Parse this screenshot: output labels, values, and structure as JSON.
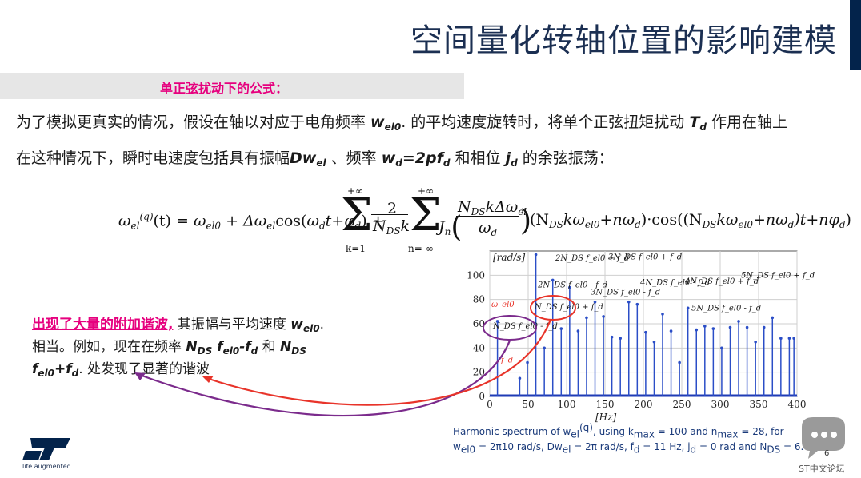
{
  "header": {
    "title": "空间量化转轴位置的影响建模"
  },
  "banner": {
    "label": "单正弦扰动下的公式："
  },
  "body": {
    "line1": {
      "a": "为了模拟更真实的情况，假设在轴以对应于电角频率 ",
      "w": "w",
      "w_sub": "el0",
      "b": ". 的平均速度旋转时，将单个正弦扭矩扰动 ",
      "t": "T",
      "t_sub": "d",
      "c": " 作用在轴上"
    },
    "line2": {
      "a": "在这种情况下，瞬时电速度包括具有振幅",
      "dw": "Dw",
      "dw_sub": "el",
      "b": " 、频率 ",
      "wd": "w",
      "wd_sub": "d",
      "eq": "=2pf",
      "f_sub": "d",
      "c": " 和相位 ",
      "j": "j",
      "j_sub": "d",
      "d": " 的余弦振荡："
    }
  },
  "formula": {
    "lhs": "ω",
    "lhs_sub": "el",
    "lhs_sup": "(q)",
    "lhs_t": "(t) = ",
    "t1": "ω",
    "t1_sub": "el0",
    "plus1": " + ",
    "t2": "Δω",
    "t2_sub": "el",
    "cos1": "cos(",
    "t3": "ω",
    "t3_sub": "d",
    "t3b": "t+φ",
    "t3_sub2": "d",
    "close1": ") + ",
    "sum1_top": "+∞",
    "sum1_bot": "k=1",
    "frac_num": "2",
    "frac_den": "N",
    "frac_den_sub": "DS",
    "frac_den_k": "k",
    "sum2_top": "+∞",
    "sum2_bot": "n=-∞",
    "j": "J",
    "j_sub": "n",
    "inner_num": "N",
    "inner_num_sub": "DS",
    "inner_num_b": "kΔω",
    "inner_num_sub2": "el",
    "inner_den": "ω",
    "inner_den_sub": "d",
    "rest": "(N",
    "rest_sub": "DS",
    "rest_b": "kω",
    "rest_sub2": "el0",
    "rest_c": "+nω",
    "rest_sub3": "d",
    "rest_d": ")·cos((N",
    "rest_sub4": "DS",
    "rest_e": "kω",
    "rest_sub5": "el0",
    "rest_f": "+nω",
    "rest_sub6": "d",
    "rest_g": ")t+nφ",
    "rest_sub7": "d",
    "rest_h": ")"
  },
  "lefttext": {
    "highlight": "出现了大量的附加谐波,",
    "a": " 其振幅与平均速度 ",
    "w": "w",
    "w_sub": "el0",
    "b": ".",
    "c": "相当。例如，现在在频率 ",
    "n1": "N",
    "n1_sub": "DS",
    "f1": " f",
    "f1_sub": "el0",
    "m": "-f",
    "m_sub": "d",
    "and": " 和 ",
    "n2": "N",
    "n2_sub": "DS",
    "f2": "f",
    "f2_sub": "el0",
    "p": "+f",
    "p_sub": "d",
    "d": ". 处发现了显著的谐波"
  },
  "chart_data": {
    "type": "bar",
    "xlabel": "[Hz]",
    "ylabel": "[rad/s]",
    "xlim": [
      0,
      400
    ],
    "ylim": [
      0,
      120
    ],
    "xticks": [
      "0",
      "50",
      "100",
      "150",
      "200",
      "250",
      "300",
      "350",
      "400"
    ],
    "yticks": [
      "0",
      "20",
      "40",
      "60",
      "80",
      "100"
    ],
    "x": [
      10,
      39,
      49,
      60,
      71,
      82,
      93,
      104,
      115,
      126,
      137,
      148,
      159,
      170,
      181,
      192,
      203,
      214,
      225,
      236,
      247,
      258,
      269,
      280,
      291,
      302,
      313,
      324,
      335,
      346,
      357,
      368,
      379,
      390,
      396
    ],
    "values": [
      62,
      15,
      28,
      117,
      40,
      96,
      56,
      90,
      54,
      65,
      78,
      66,
      49,
      48,
      78,
      76,
      53,
      45,
      68,
      54,
      28,
      73,
      55,
      58,
      56,
      40,
      57,
      62,
      57,
      45,
      57,
      65,
      48,
      48,
      48
    ],
    "annotations": [
      "ω_el0",
      "f_d",
      "N_DS f_el0 - f_d",
      "N_DS f_el0 + f_d",
      "2N_DS f_el0 - f_d",
      "2N_DS f_el0 + f_d",
      "3N_DS f_el0 - f_d",
      "3N_DS f_el0 + f_d",
      "4N_DS f_el0 - f_d",
      "4N_DS f_el0 + f_d",
      "5N_DS f_el0 - f_d",
      "5N_DS f_el0 + f_d"
    ],
    "colors": {
      "bars": "#2b4ec7",
      "baseline": "#1f3bb5",
      "annotation_red": "#e8342a",
      "annotation_text": "#1a1a1a"
    }
  },
  "caption": {
    "a": "Harmonic spectrum of w",
    "a_sub": "el",
    "a_sup": "(q)",
    "b": ", using k",
    "b_sub": "max",
    "c": " = 100 and n",
    "c_sub": "max",
    "d": " = 28, for",
    "e": "w",
    "e_sub": "el0",
    "f": " = 2π10 rad/s, Dw",
    "f_sub": "el",
    "g": " = 2π rad/s, f",
    "g_sub": "d",
    "h": " = 11 Hz, j",
    "h_sub": "d",
    "i": " = 0 rad and N",
    "i_sub": "DS",
    "j": " = 6."
  },
  "footer": {
    "logo_tagline": "life.augmented",
    "page_number": "6",
    "forum": "ST中文论坛"
  },
  "colors": {
    "title": "#1b2f52",
    "banner_bg": "#e6e6e6",
    "highlight": "#e6007e",
    "purple_arrow": "#7b2b8c",
    "red_arrow": "#e8342a",
    "accent_bar": "#03234b"
  }
}
